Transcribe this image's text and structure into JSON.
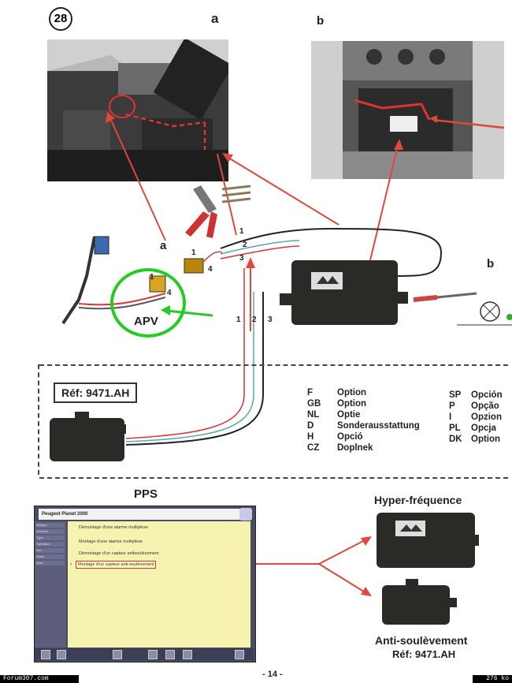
{
  "step_number": "28",
  "panel_labels": {
    "a_top": "a",
    "b_top": "b",
    "a_mid": "a",
    "b_mid": "b"
  },
  "connector_pins": {
    "p1": "1",
    "p2": "2",
    "p3": "3",
    "p4": "4"
  },
  "apv_label": "APV",
  "cable_pins": {
    "c1": "1",
    "c2": "2",
    "c3": "3"
  },
  "wire_pins": {
    "w1": "1",
    "w2": "2",
    "w3": "3"
  },
  "ref_top": "Réf: 9471.AH",
  "languages_left": [
    {
      "code": "F",
      "word": "Option"
    },
    {
      "code": "GB",
      "word": "Option"
    },
    {
      "code": "NL",
      "word": "Optie"
    },
    {
      "code": "D",
      "word": "Sonderausstattung"
    },
    {
      "code": "H",
      "word": "Opció"
    },
    {
      "code": "CZ",
      "word": "Doplnek"
    }
  ],
  "languages_right": [
    {
      "code": "SP",
      "word": "Opción"
    },
    {
      "code": "P",
      "word": "Opção"
    },
    {
      "code": "I",
      "word": "Opzion"
    },
    {
      "code": "PL",
      "word": "Opcja"
    },
    {
      "code": "DK",
      "word": "Option"
    }
  ],
  "pps_heading": "PPS",
  "pps_window_title": "Peugeot Planet 2000",
  "pps_menu": [
    "Démontage d'une alarme multiplexe",
    "Montage d'une alarme multiplexe",
    "Démontage d'un capteur antisoulèvement",
    "Montage d'un capteur anti-soulèvement"
  ],
  "pps_side_items": [
    "Marque",
    "Véhicule",
    "Type",
    "Opération",
    "Info",
    "Outils",
    "Aide"
  ],
  "hyper_label": "Hyper-fréquence",
  "anti_label": "Anti-soulèvement",
  "ref_bottom": "Réf: 9471.AH",
  "page_number": "- 14 -",
  "footer_left": "Forum307.com",
  "footer_right": "276 ko",
  "colors": {
    "arrow_red": "#e0483b",
    "apv_green": "#22cc22",
    "module_dark": "#2a2a26",
    "pps_yellow": "#f6f3b0"
  }
}
